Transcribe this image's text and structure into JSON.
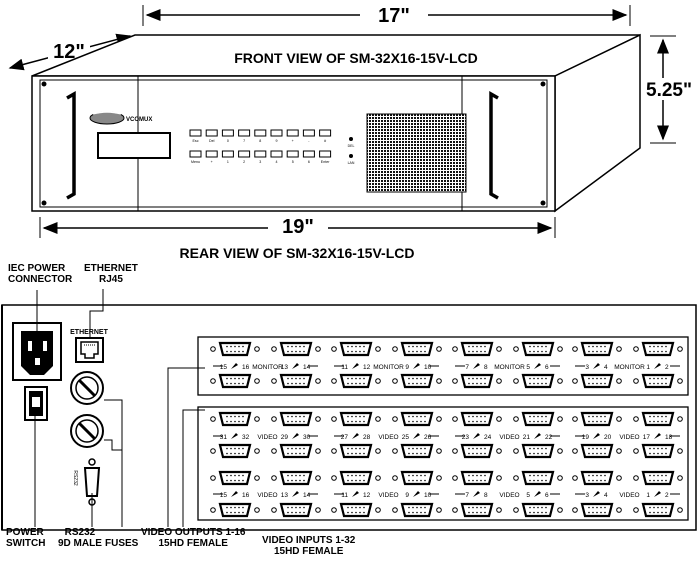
{
  "dimensions": {
    "width": "17\"",
    "depth": "12\"",
    "height": "5.25\"",
    "rack_width": "19\""
  },
  "views": {
    "front_title": "FRONT VIEW OF SM-32X16-15V-LCD",
    "rear_title": "REAR VIEW OF SM-32X16-15V-LCD"
  },
  "front_panel": {
    "brand": "VCOMUX",
    "top_keys": [
      "Esc",
      "Del",
      "0",
      "7",
      "8",
      "9",
      "+",
      "-",
      "#"
    ],
    "bottom_keys": [
      "Menu",
      "+",
      "1",
      "2",
      "3",
      "4",
      "5",
      "6",
      "Enter"
    ],
    "led_labels": [
      "DEL",
      "LAN"
    ]
  },
  "rear_panel": {
    "ethernet_label": "ETHERNET",
    "rs232_label": "RS232",
    "monitor_groups": [
      {
        "left": "15",
        "center_a": "16",
        "word": "MONITOR",
        "center_b": "13",
        "right": "14"
      },
      {
        "left": "11",
        "center_a": "12",
        "word": "MONITOR",
        "center_b": "9",
        "right": "10"
      },
      {
        "left": "7",
        "center_a": "8",
        "word": "MONITOR",
        "center_b": "5",
        "right": "6"
      },
      {
        "left": "3",
        "center_a": "4",
        "word": "MONITOR",
        "center_b": "1",
        "right": "2"
      }
    ],
    "video_upper_groups": [
      {
        "left": "31",
        "center_a": "32",
        "word": "VIDEO",
        "center_b": "29",
        "right": "30"
      },
      {
        "left": "27",
        "center_a": "28",
        "word": "VIDEO",
        "center_b": "25",
        "right": "26"
      },
      {
        "left": "23",
        "center_a": "24",
        "word": "VIDEO",
        "center_b": "21",
        "right": "22"
      },
      {
        "left": "19",
        "center_a": "20",
        "word": "VIDEO",
        "center_b": "17",
        "right": "18"
      }
    ],
    "video_lower_groups": [
      {
        "left": "15",
        "center_a": "16",
        "word": "VIDEO",
        "center_b": "13",
        "right": "14"
      },
      {
        "left": "11",
        "center_a": "12",
        "word": "VIDEO",
        "center_b": "9",
        "right": "10"
      },
      {
        "left": "7",
        "center_a": "8",
        "word": "VIDEO",
        "center_b": "5",
        "right": "6"
      },
      {
        "left": "3",
        "center_a": "4",
        "word": "VIDEO",
        "center_b": "1",
        "right": "2"
      }
    ]
  },
  "callouts": {
    "iec_power_connector": "IEC POWER\nCONNECTOR",
    "ethernet_rj45": "ETHERNET\nRJ45",
    "power_switch": "POWER\nSWITCH",
    "rs232": "RS232\n9D MALE",
    "fuses": "FUSES",
    "video_outputs": "VIDEO OUTPUTS 1-16\n15HD FEMALE",
    "video_inputs": "VIDEO INPUTS 1-32\n15HD FEMALE"
  }
}
